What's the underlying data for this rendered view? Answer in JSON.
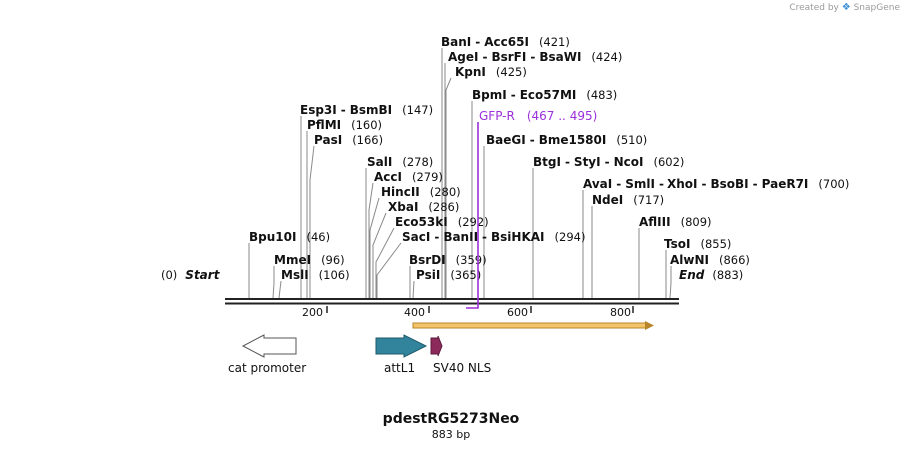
{
  "credit": {
    "prefix": "Created by",
    "brand": "SnapGene"
  },
  "map": {
    "name": "pdestRG5273Neo",
    "length_label": "883 bp",
    "length": 883
  },
  "ends": {
    "start": {
      "pos": "(0)",
      "label": "Start"
    },
    "end": {
      "label": "End",
      "pos": "(883)"
    }
  },
  "sites": [
    {
      "names": [
        "BanI",
        "Acc65I"
      ],
      "pos": "(421)"
    },
    {
      "names": [
        "AgeI",
        "BsrFI",
        "BsaWI"
      ],
      "pos": "(424)"
    },
    {
      "names": [
        "KpnI"
      ],
      "pos": "(425)"
    },
    {
      "names": [
        "BpmI",
        "Eco57MI"
      ],
      "pos": "(483)"
    },
    {
      "names": [
        "Esp3I",
        "BsmBI"
      ],
      "pos": "(147)"
    },
    {
      "names": [
        "PflMI"
      ],
      "pos": "(160)"
    },
    {
      "names": [
        "PasI"
      ],
      "pos": "(166)"
    },
    {
      "names": [
        "BaeGI",
        "Bme1580I"
      ],
      "pos": "(510)"
    },
    {
      "names": [
        "SalI"
      ],
      "pos": "(278)"
    },
    {
      "names": [
        "BtgI",
        "StyI",
        "NcoI"
      ],
      "pos": "(602)"
    },
    {
      "names": [
        "AccI"
      ],
      "pos": "(279)"
    },
    {
      "names": [
        "HincII"
      ],
      "pos": "(280)"
    },
    {
      "names": [
        "AvaI",
        "SmlI",
        "XhoI",
        "BsoBI",
        "PaeR7I"
      ],
      "pos": "(700)"
    },
    {
      "names": [
        "XbaI"
      ],
      "pos": "(286)"
    },
    {
      "names": [
        "NdeI"
      ],
      "pos": "(717)"
    },
    {
      "names": [
        "Eco53kI"
      ],
      "pos": "(292)"
    },
    {
      "names": [
        "AflIII"
      ],
      "pos": "(809)"
    },
    {
      "names": [
        "SacI",
        "BanII",
        "BsiHKAI"
      ],
      "pos": "(294)"
    },
    {
      "names": [
        "Bpu10I"
      ],
      "pos": "(46)"
    },
    {
      "names": [
        "TsoI"
      ],
      "pos": "(855)"
    },
    {
      "names": [
        "MmeI"
      ],
      "pos": "(96)"
    },
    {
      "names": [
        "BsrDI"
      ],
      "pos": "(359)"
    },
    {
      "names": [
        "AlwNI"
      ],
      "pos": "(866)"
    },
    {
      "names": [
        "MslI"
      ],
      "pos": "(106)"
    },
    {
      "names": [
        "PsiI"
      ],
      "pos": "(365)"
    }
  ],
  "primer": {
    "name": "GFP-R",
    "range": "(467 .. 495)",
    "color": "#9b30d9"
  },
  "ruler": {
    "ticks": [
      "200",
      "400",
      "600",
      "800"
    ]
  },
  "features": [
    {
      "label": "cat promoter",
      "fill": "#ffffff",
      "stroke": "#555555"
    },
    {
      "label": "attL1",
      "fill": "#31849b",
      "stroke": "#1f5a6b"
    },
    {
      "label": "SV40 NLS",
      "fill": "#8b2a5b",
      "stroke": "#5c1b3c"
    }
  ],
  "orf": {
    "fill": "#f3c56b",
    "stroke": "#b8852a"
  }
}
